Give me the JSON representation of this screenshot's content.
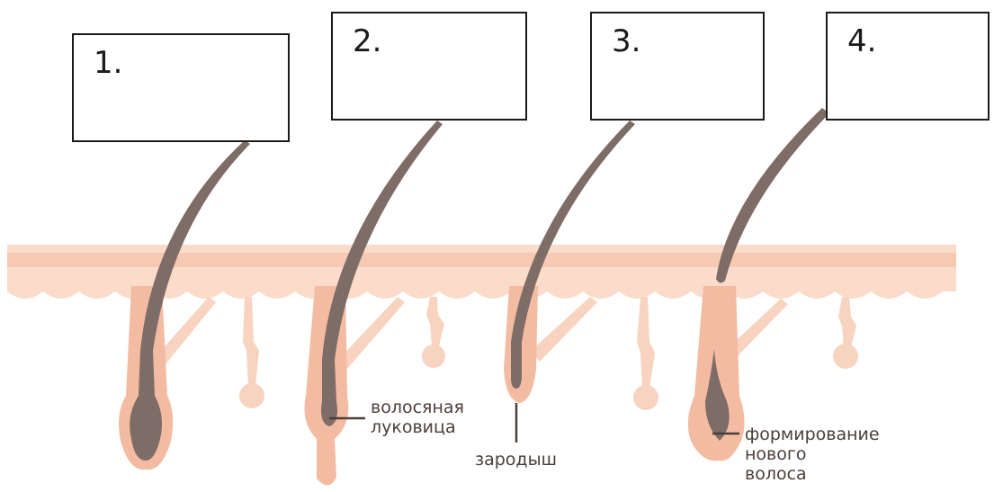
{
  "boxes": [
    {
      "number": "1."
    },
    {
      "number": "2."
    },
    {
      "number": "3."
    },
    {
      "number": "4."
    }
  ],
  "labels": {
    "bulb": [
      "волосяная",
      "луковица"
    ],
    "germ": [
      "зародыш"
    ],
    "new_hair": [
      "формирование",
      "нового",
      "волоса"
    ]
  },
  "colors": {
    "skin_band": "#fbd9c7",
    "skin_line": "#f4c3ab",
    "skin_tissue": "#f7cdb6",
    "follicle": "#f2bba2",
    "hair": "#7e6c66",
    "pointer": "#4a3f3b"
  }
}
